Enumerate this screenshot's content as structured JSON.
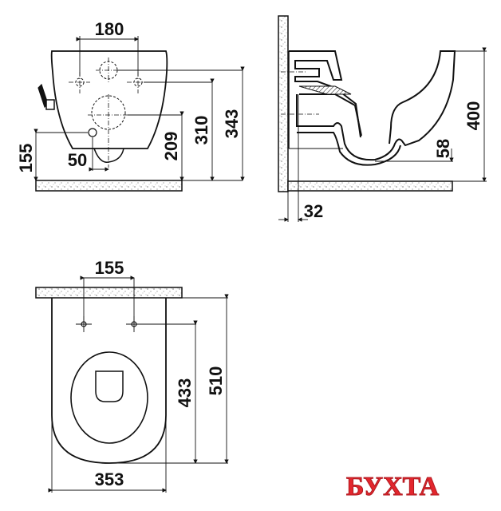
{
  "drawing": {
    "subject": "wall-hung toilet technical drawing",
    "views": {
      "front": {
        "dimensions": {
          "bolt_spacing": "180",
          "inlet_height": "155",
          "inlet_offset": "50",
          "outlet_height": "209",
          "bolt_height": "310",
          "top_hole_height": "343"
        }
      },
      "side": {
        "dimensions": {
          "height": "400",
          "trap_height": "58",
          "wall_offset": "32"
        }
      },
      "top": {
        "dimensions": {
          "bolt_spacing": "155",
          "width": "353",
          "bolt_to_front": "433",
          "depth": "510"
        }
      }
    }
  },
  "logo": {
    "text": "БУХТА",
    "color": "#e3262d"
  }
}
